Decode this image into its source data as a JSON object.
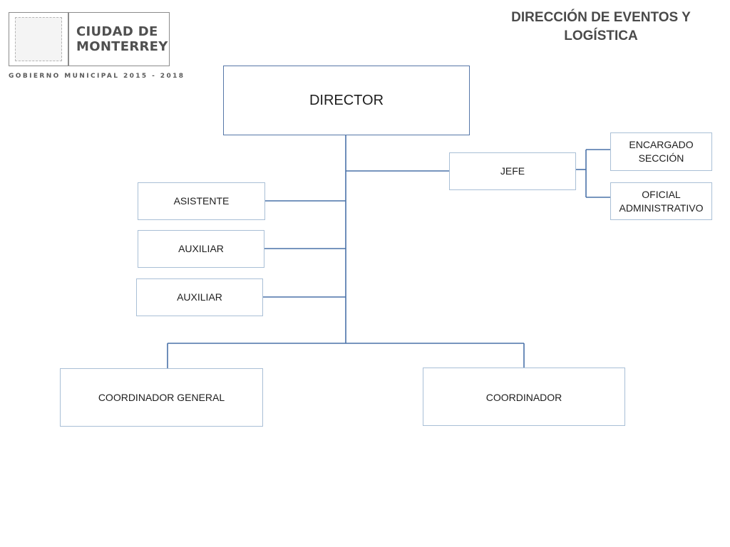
{
  "header": {
    "logo": {
      "wordmark_line1": "CIUDAD DE",
      "wordmark_line2": "MONTERREY",
      "tagline": "GOBIERNO MUNICIPAL 2015 - 2018"
    },
    "title_line1": "DIRECCIÓN DE EVENTOS Y",
    "title_line2": "LOGÍSTICA"
  },
  "org_chart": {
    "director": "DIRECTOR",
    "jefe": "JEFE",
    "encargado_line1": "ENCARGADO",
    "encargado_line2": "SECCIÓN",
    "oficial_line1": "OFICIAL",
    "oficial_line2": "ADMINISTRATIVO",
    "asistente": "ASISTENTE",
    "auxiliar_1": "AUXILIAR",
    "auxiliar_2": "AUXILIAR",
    "coordinador_general": "COORDINADOR GENERAL",
    "coordinador": "COORDINADOR"
  },
  "colors": {
    "connector": "#4a72a8",
    "director_border": "#5677a8",
    "box_border": "#a9bfd6",
    "title_text": "#4a4a4a",
    "logo_text": "#505050"
  },
  "icons": {
    "crest": "municipal-crest-placeholder"
  }
}
